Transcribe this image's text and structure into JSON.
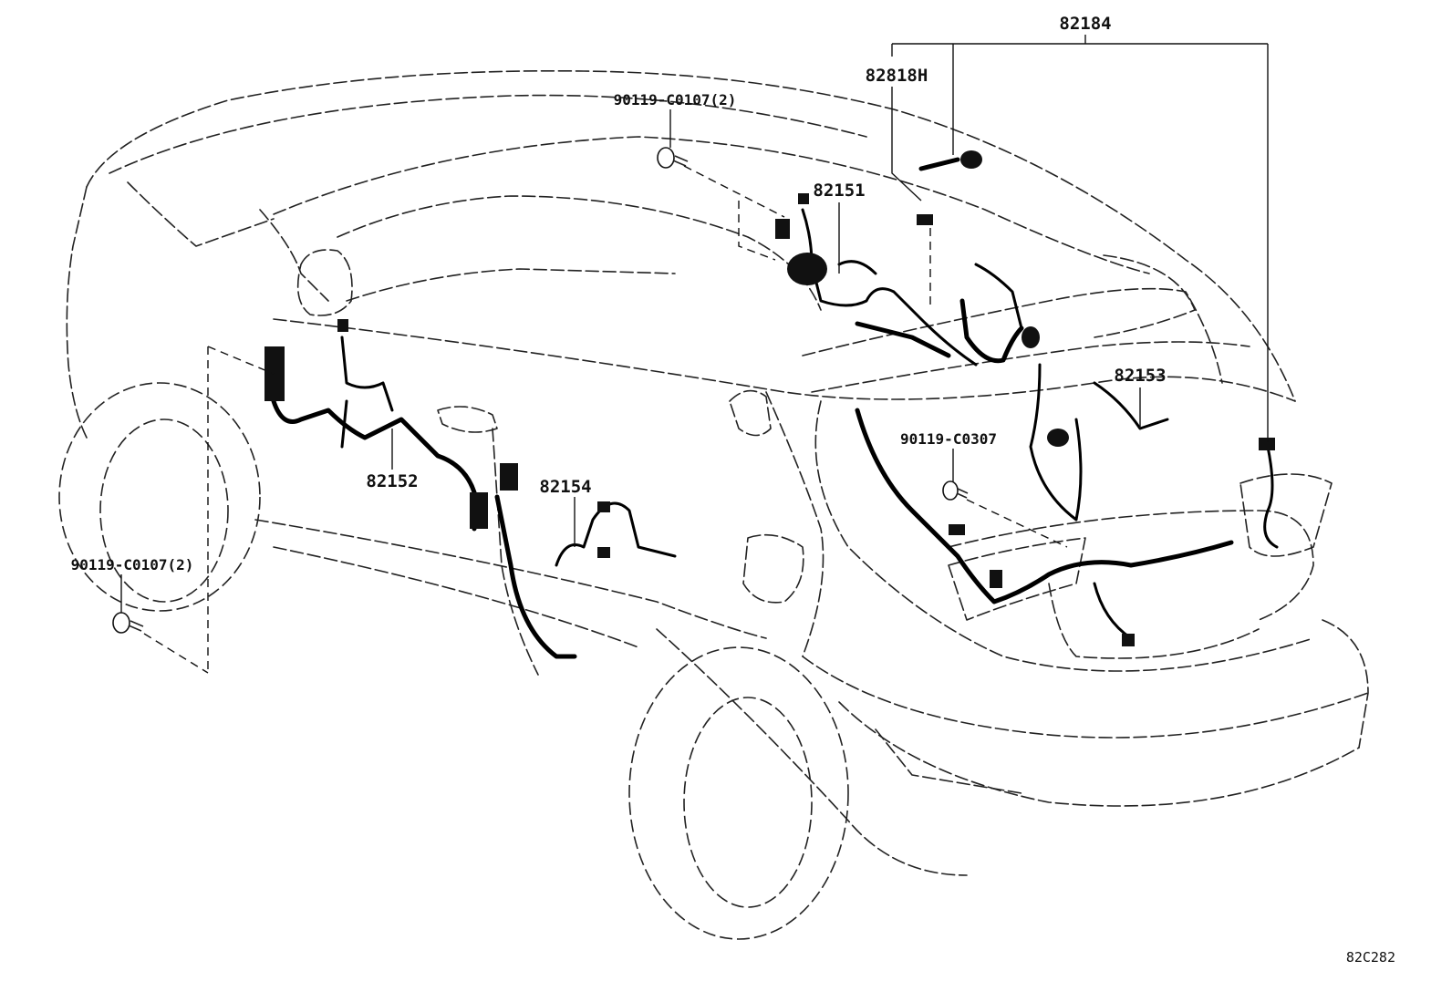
{
  "diagram": {
    "callouts": {
      "p82184": "82184",
      "p82818h": "82818H",
      "p90119_c0107_top": "90119-C0107(2)",
      "p82151": "82151",
      "p82153": "82153",
      "p90119_c0307": "90119-C0307",
      "p82152": "82152",
      "p82154": "82154",
      "p90119_c0107_left": "90119-C0107(2)"
    },
    "figure_code": "82C282"
  }
}
